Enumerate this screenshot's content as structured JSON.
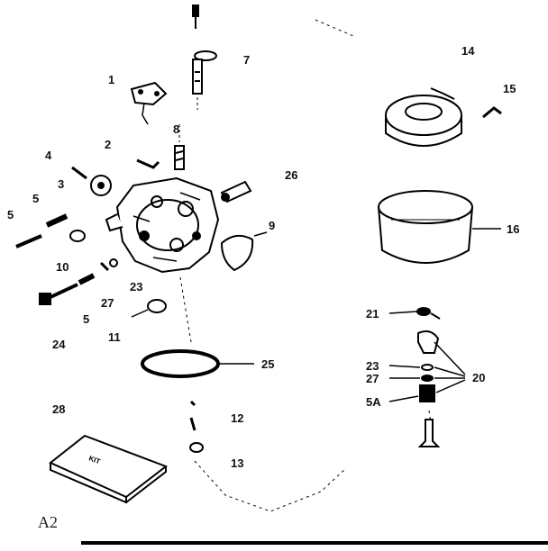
{
  "labels": {
    "l1": "1",
    "l2": "2",
    "l3": "3",
    "l4": "4",
    "l5a": "5",
    "l5b": "5",
    "l5c": "5",
    "l7": "7",
    "l8": "8",
    "l9": "9",
    "l10": "10",
    "l11": "11",
    "l12": "12",
    "l13": "13",
    "l14": "14",
    "l15": "15",
    "l16": "16",
    "l20": "20",
    "l21": "21",
    "l23a": "23",
    "l23b": "23",
    "l24": "24",
    "l25": "25",
    "l26": "26",
    "l27a": "27",
    "l27b": "27",
    "l28": "28",
    "l5A": "5A"
  },
  "kit_text": "KIT",
  "corner_mark": "A2"
}
